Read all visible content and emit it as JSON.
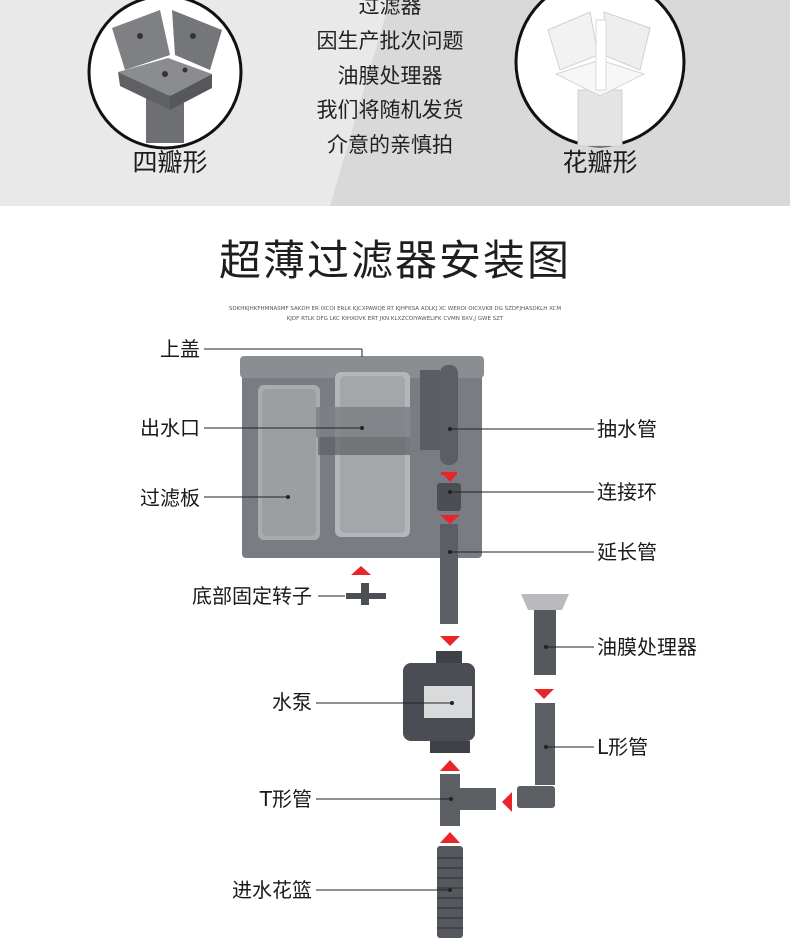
{
  "top_band": {
    "notice_lines": [
      "过滤器",
      "因生产批次问题",
      "油膜处理器",
      "我们将随机发货",
      "介意的亲慎拍"
    ],
    "variant_left_label": "四瓣形",
    "variant_right_label": "花瓣形"
  },
  "main": {
    "title": "超薄过滤器安装图",
    "filler_line_1": "SDKHKJHKFHMNASMF SAKDH ER IXCOI ERLK KJCXPAWQE RT KJHFKSA ADLKJ XC WEROI OICXVK8 DG SZDFJHASDKLH XCM",
    "filler_line_2": "KJDF RTLK DFG LKC KIHXOVK ERT JKN KLXZCOIYAWELIFK CVMN 8XV,J GWE SZT"
  },
  "labels": {
    "lid": "上盖",
    "outlet": "出水口",
    "filter_plate": "过滤板",
    "bottom_rotor": "底部固定转子",
    "pump": "水泵",
    "t_pipe": "T形管",
    "intake_basket": "进水花篮",
    "suction_pipe": "抽水管",
    "connector_ring": "连接环",
    "extension_pipe": "延长管",
    "skimmer": "油膜处理器",
    "l_pipe": "L形管"
  },
  "colors": {
    "top_band_light": "#ececec",
    "top_band_dark": "#d8d8d8",
    "flow_arrow": "#e8252a",
    "plastic_dark": "#4d4f55",
    "tank_body": "#6b6e74"
  }
}
